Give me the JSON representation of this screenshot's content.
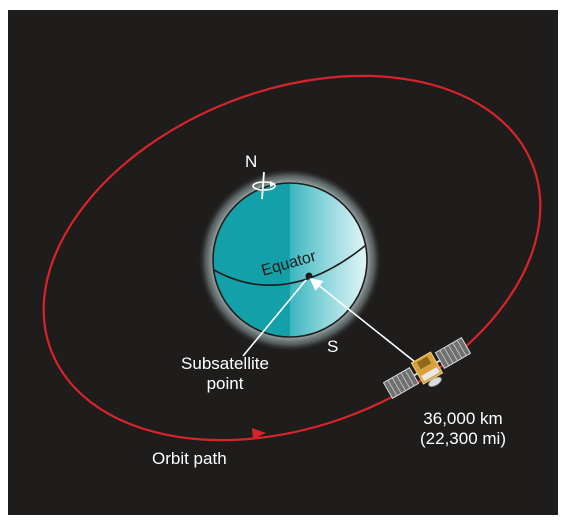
{
  "labels": {
    "north": "N",
    "south": "S",
    "equator": "Equator",
    "subsatellite_line1": "Subsatellite",
    "subsatellite_line2": "point",
    "altitude_km": "36,000 km",
    "altitude_mi": "(22,300 mi)",
    "orbit": "Orbit path"
  },
  "colors": {
    "background": "#1f1d1c",
    "orbit": "#d8232a",
    "earth_dark": "#14a0a8",
    "earth_light": "#cdeef1",
    "halo": "#8fa0a2",
    "line": "#ffffff"
  },
  "icons": {
    "satellite": "satellite-icon",
    "rotation": "rotation-arrow-icon"
  }
}
